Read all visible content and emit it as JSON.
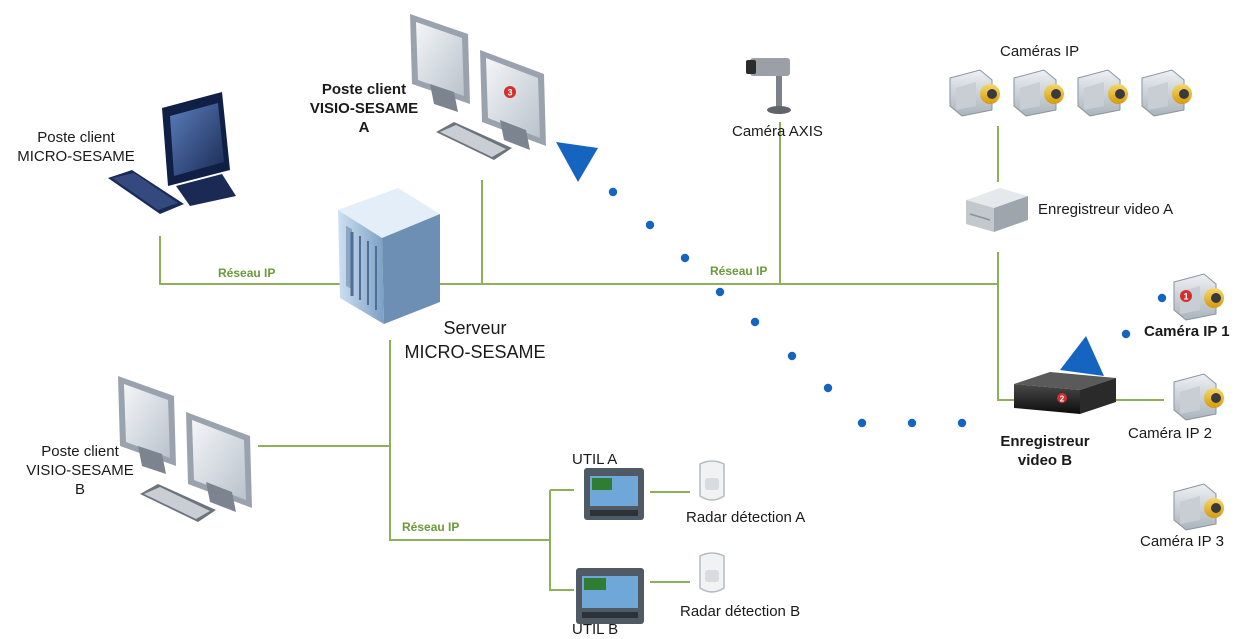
{
  "colors": {
    "network_line": "#8fb05a",
    "network_label": "#6a9a3c",
    "flow": "#1565c0",
    "camera_body": "#e9b61c",
    "badge": "#d32f2f"
  },
  "labels": {
    "poste_micro": [
      "Poste client",
      "MICRO-SESAME"
    ],
    "poste_visio_a": [
      "Poste client",
      "VISIO-SESAME",
      "A"
    ],
    "poste_visio_b": [
      "Poste client",
      "VISIO-SESAME",
      "B"
    ],
    "serveur": [
      "Serveur",
      "MICRO-SESAME"
    ],
    "camera_axis": "Caméra AXIS",
    "cameras_ip": "Caméras IP",
    "enregistreur_a": "Enregistreur  video A",
    "enregistreur_b": [
      "Enregistreur",
      "video B"
    ],
    "camera_ip_1": "Caméra IP 1",
    "camera_ip_2": "Caméra IP 2",
    "camera_ip_3": "Caméra IP 3",
    "util_a": "UTIL A",
    "util_b": "UTIL B",
    "radar_a": "Radar détection A",
    "radar_b": "Radar détection B",
    "reseau_ip_1": "Réseau IP",
    "reseau_ip_2": "Réseau IP",
    "reseau_ip_3": "Réseau IP"
  },
  "badges": {
    "visio_a": "3",
    "camera_ip_1": "1",
    "enregistreur_b": "2"
  },
  "icons": [
    "desktop-computer-icon",
    "dual-monitor-icon",
    "server-tower-icon",
    "axis-camera-icon",
    "ip-camera-icon",
    "video-recorder-icon",
    "controller-module-icon",
    "motion-detector-icon",
    "flow-arrow-icon"
  ]
}
